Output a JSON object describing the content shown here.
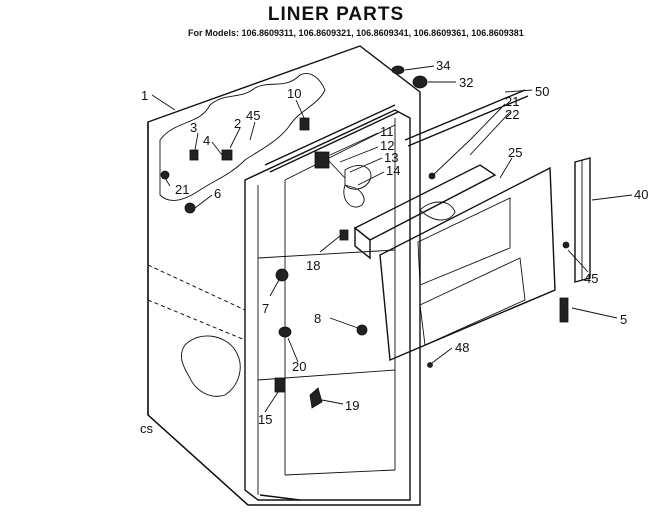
{
  "header": {
    "title": "LINER PARTS",
    "models": "For Models: 106.8609311, 106.8609321, 106.8609341, 106.8609361, 106.8609381"
  },
  "callouts": {
    "c1": "1",
    "c2": "2",
    "c3": "3",
    "c4": "4",
    "c5": "5",
    "c6": "6",
    "c7": "7",
    "c8": "8",
    "c10": "10",
    "c11": "11",
    "c12": "12",
    "c13": "13",
    "c14": "14",
    "c15": "15",
    "c18": "18",
    "c19": "19",
    "c20": "20",
    "c21a": "21",
    "c21b": "21",
    "c22": "22",
    "c25": "25",
    "c32": "32",
    "c34": "34",
    "c40": "40",
    "c45a": "45",
    "c45b": "45",
    "c48": "48",
    "c50": "50",
    "cs": "cs"
  }
}
